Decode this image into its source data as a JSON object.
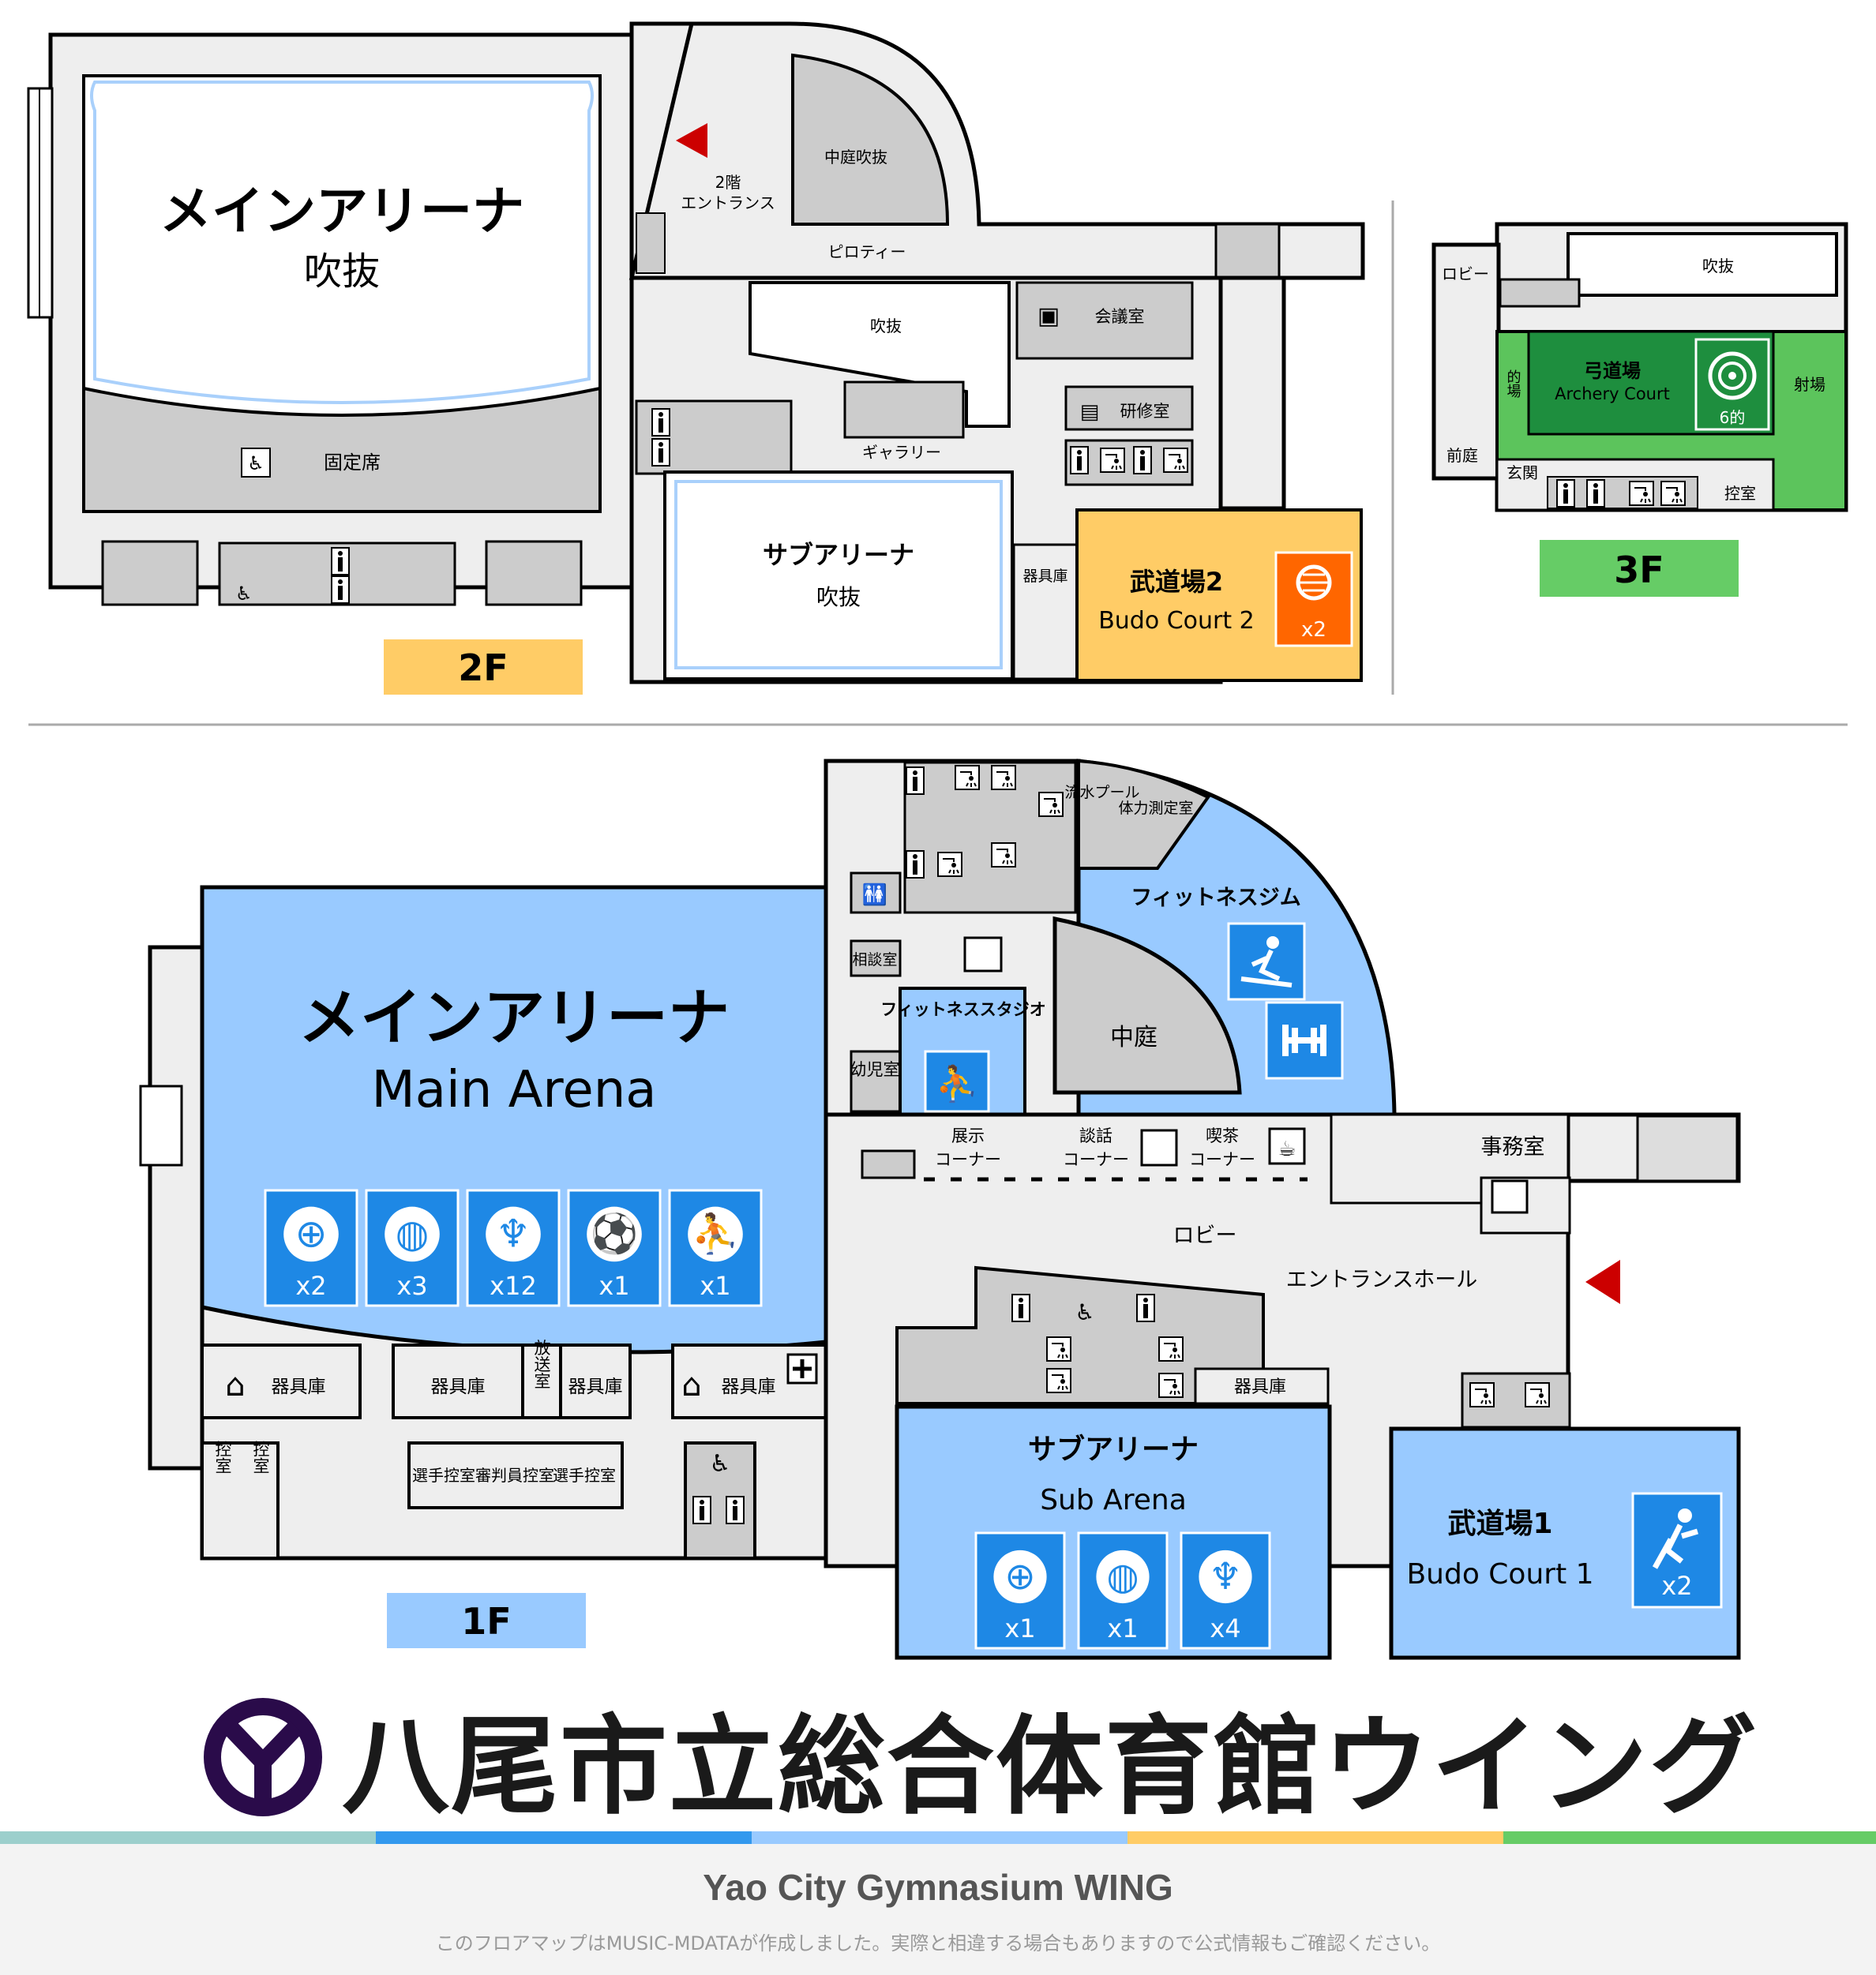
{
  "title": "八尾市立総合体育館ウイング",
  "title_en": "Yao City Gymnasium WING",
  "disclaimer": "このフロアマップはMUSIC-MDATAが作成しました。実際と相違する場合もありますので公式情報もご確認ください。",
  "colors": {
    "arena_blue": "#99caff",
    "arena_border_light": "#a9d0fb",
    "floor_2f": "#ffcc66",
    "floor_3f": "#66cc66",
    "archery_green": "#5cc45c",
    "icon_blue": "#1e88e5",
    "icon_orange": "#ff6600",
    "icon_green": "#1e8e3e",
    "wall": "#000000",
    "corridor": "#eeeeee",
    "room_gray": "#cccccc",
    "entrance_red": "#cc0000",
    "logo_purple": "#2a0b4a"
  },
  "footer_strip": [
    "#9ccfcc",
    "#3399ee",
    "#99caff",
    "#ffcc66",
    "#66cc66"
  ],
  "floors": {
    "f2": {
      "label": "2F",
      "main_arena": "メインアリーナ",
      "main_arena_sub": "吹抜",
      "fixed_seats": "固定席",
      "entrance_line1": "2階",
      "entrance_line2": "エントランス",
      "courtyard_void": "中庭吹抜",
      "piloti": "ピロティー",
      "void": "吹抜",
      "meeting_room": "会議室",
      "training_room": "研修室",
      "gallery": "ギャラリー",
      "sub_arena": "サブアリーナ",
      "sub_arena_sub": "吹抜",
      "storage": "器具庫",
      "budo2_ja": "武道場2",
      "budo2_en": "Budo Court 2",
      "budo2_count": "x2"
    },
    "f3": {
      "label": "3F",
      "lobby": "ロビー",
      "void": "吹抜",
      "target_area": "的場",
      "archery_ja": "弓道場",
      "archery_en": "Archery Court",
      "targets": "6的",
      "shooting_area": "射場",
      "front_garden": "前庭",
      "entrance": "玄関",
      "waiting_room": "控室"
    },
    "f1": {
      "label": "1F",
      "main_arena_ja": "メインアリーナ",
      "main_arena_en": "Main Arena",
      "main_sports": [
        {
          "icon": "basketball-icon",
          "count": "x2"
        },
        {
          "icon": "volleyball-icon",
          "count": "x3"
        },
        {
          "icon": "badminton-icon",
          "count": "x12"
        },
        {
          "icon": "soccer-icon",
          "count": "x1"
        },
        {
          "icon": "handball-icon",
          "count": "x1"
        }
      ],
      "flowing_pool": "流水プール",
      "fitness_test": "体力測定室",
      "fitness_gym": "フィットネスジム",
      "consultation": "相談室",
      "fitness_studio": "フィットネススタジオ",
      "nursery": "幼児室",
      "courtyard": "中庭",
      "exhibit_line1": "展示",
      "exhibit_line2": "コーナー",
      "chat_line1": "談話",
      "chat_line2": "コーナー",
      "cafe_line1": "喫茶",
      "cafe_line2": "コーナー",
      "office": "事務室",
      "lobby": "ロビー",
      "entrance_hall": "エントランスホール",
      "storage": "器具庫",
      "broadcast": "放送室",
      "waiting": "控室",
      "players_waiting": "選手控室",
      "referee_waiting": "審判員控室",
      "sub_arena_ja": "サブアリーナ",
      "sub_arena_en": "Sub Arena",
      "sub_sports": [
        {
          "icon": "basketball-icon",
          "count": "x1"
        },
        {
          "icon": "volleyball-icon",
          "count": "x1"
        },
        {
          "icon": "badminton-icon",
          "count": "x4"
        }
      ],
      "budo1_ja": "武道場1",
      "budo1_en": "Budo Court 1",
      "budo1_count": "x2"
    }
  }
}
